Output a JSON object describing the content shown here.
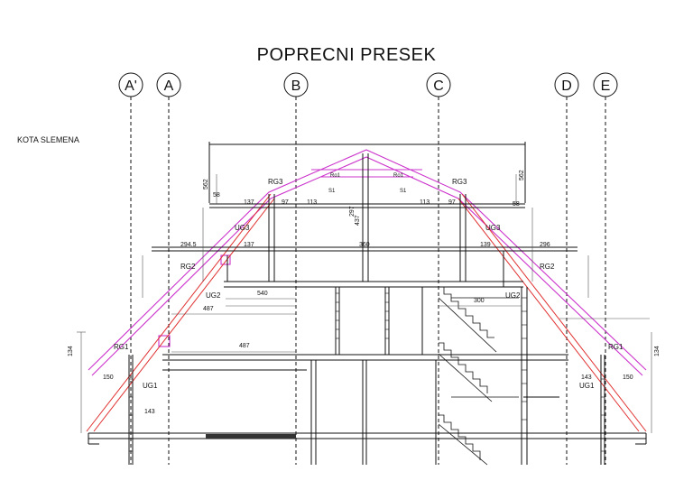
{
  "title": "POPRECNI PRESEK",
  "kota_label": "KOTA SLEMENA",
  "colors": {
    "ink": "#111111",
    "roof_purple": "#cc33cc",
    "rafter_red": "#e03030",
    "dim_gray": "#555555"
  },
  "axes": [
    "A'",
    "A",
    "B",
    "C",
    "D",
    "E"
  ],
  "members": [
    "RG3",
    "RG3",
    "RG2",
    "RG2",
    "RG1",
    "RG1",
    "UG3",
    "UG3",
    "UG2",
    "UG2",
    "UG1",
    "UG1",
    "Ro1",
    "Ro1",
    "S1",
    "S1"
  ],
  "dims": {
    "d487a": "487",
    "d487b": "487",
    "d540": "540",
    "d360": "360",
    "d300": "300",
    "d113a": "113",
    "d113b": "113",
    "d97a": "97",
    "d97b": "97",
    "d137a": "137",
    "d137b": "137",
    "d139": "139",
    "d296": "296",
    "d2945": "294.5",
    "d58a": "58",
    "d58b": "58",
    "d150a": "150",
    "d150b": "150",
    "d143a": "143",
    "d143b": "143",
    "d134a": "134",
    "d134b": "134",
    "d562a": "562",
    "d562b": "562",
    "d437": "437",
    "d297": "297"
  }
}
